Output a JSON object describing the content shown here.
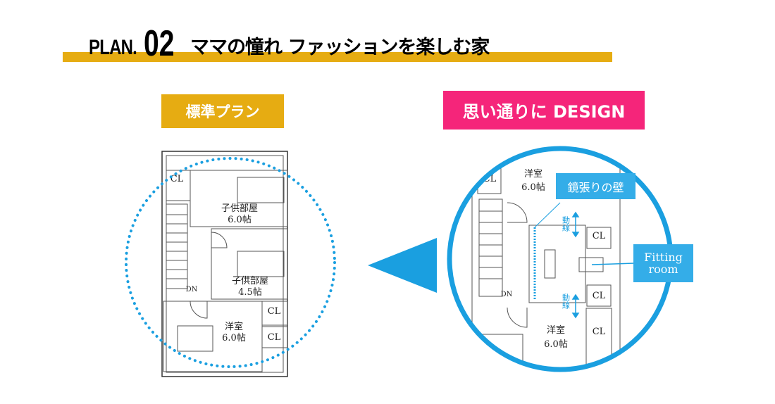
{
  "header": {
    "plan_label": "PLAN.",
    "plan_number": "02",
    "subtitle": "ママの憧れ ファッションを楽しむ家"
  },
  "badges": {
    "standard": "標準プラン",
    "custom": "思い通りに DESIGN"
  },
  "standard_plan": {
    "rooms": [
      {
        "name": "子供部屋",
        "size": "6.0帖"
      },
      {
        "name": "子供部屋",
        "size": "4.5帖"
      },
      {
        "name": "洋室",
        "size": "6.0帖"
      }
    ],
    "closet": "CL",
    "stairs": "DN"
  },
  "custom_plan": {
    "rooms": [
      {
        "name": "洋室",
        "size": "6.0帖"
      },
      {
        "name": "洋室",
        "size": "6.0帖"
      }
    ],
    "closet": "CL",
    "stairs": "DN",
    "flow_label": "動線",
    "callout_mirror": "鏡張りの壁",
    "callout_fitting": "Fitting room"
  },
  "colors": {
    "gold": "#e6ac12",
    "pink": "#f5257a",
    "blue": "#1a9fe0"
  }
}
